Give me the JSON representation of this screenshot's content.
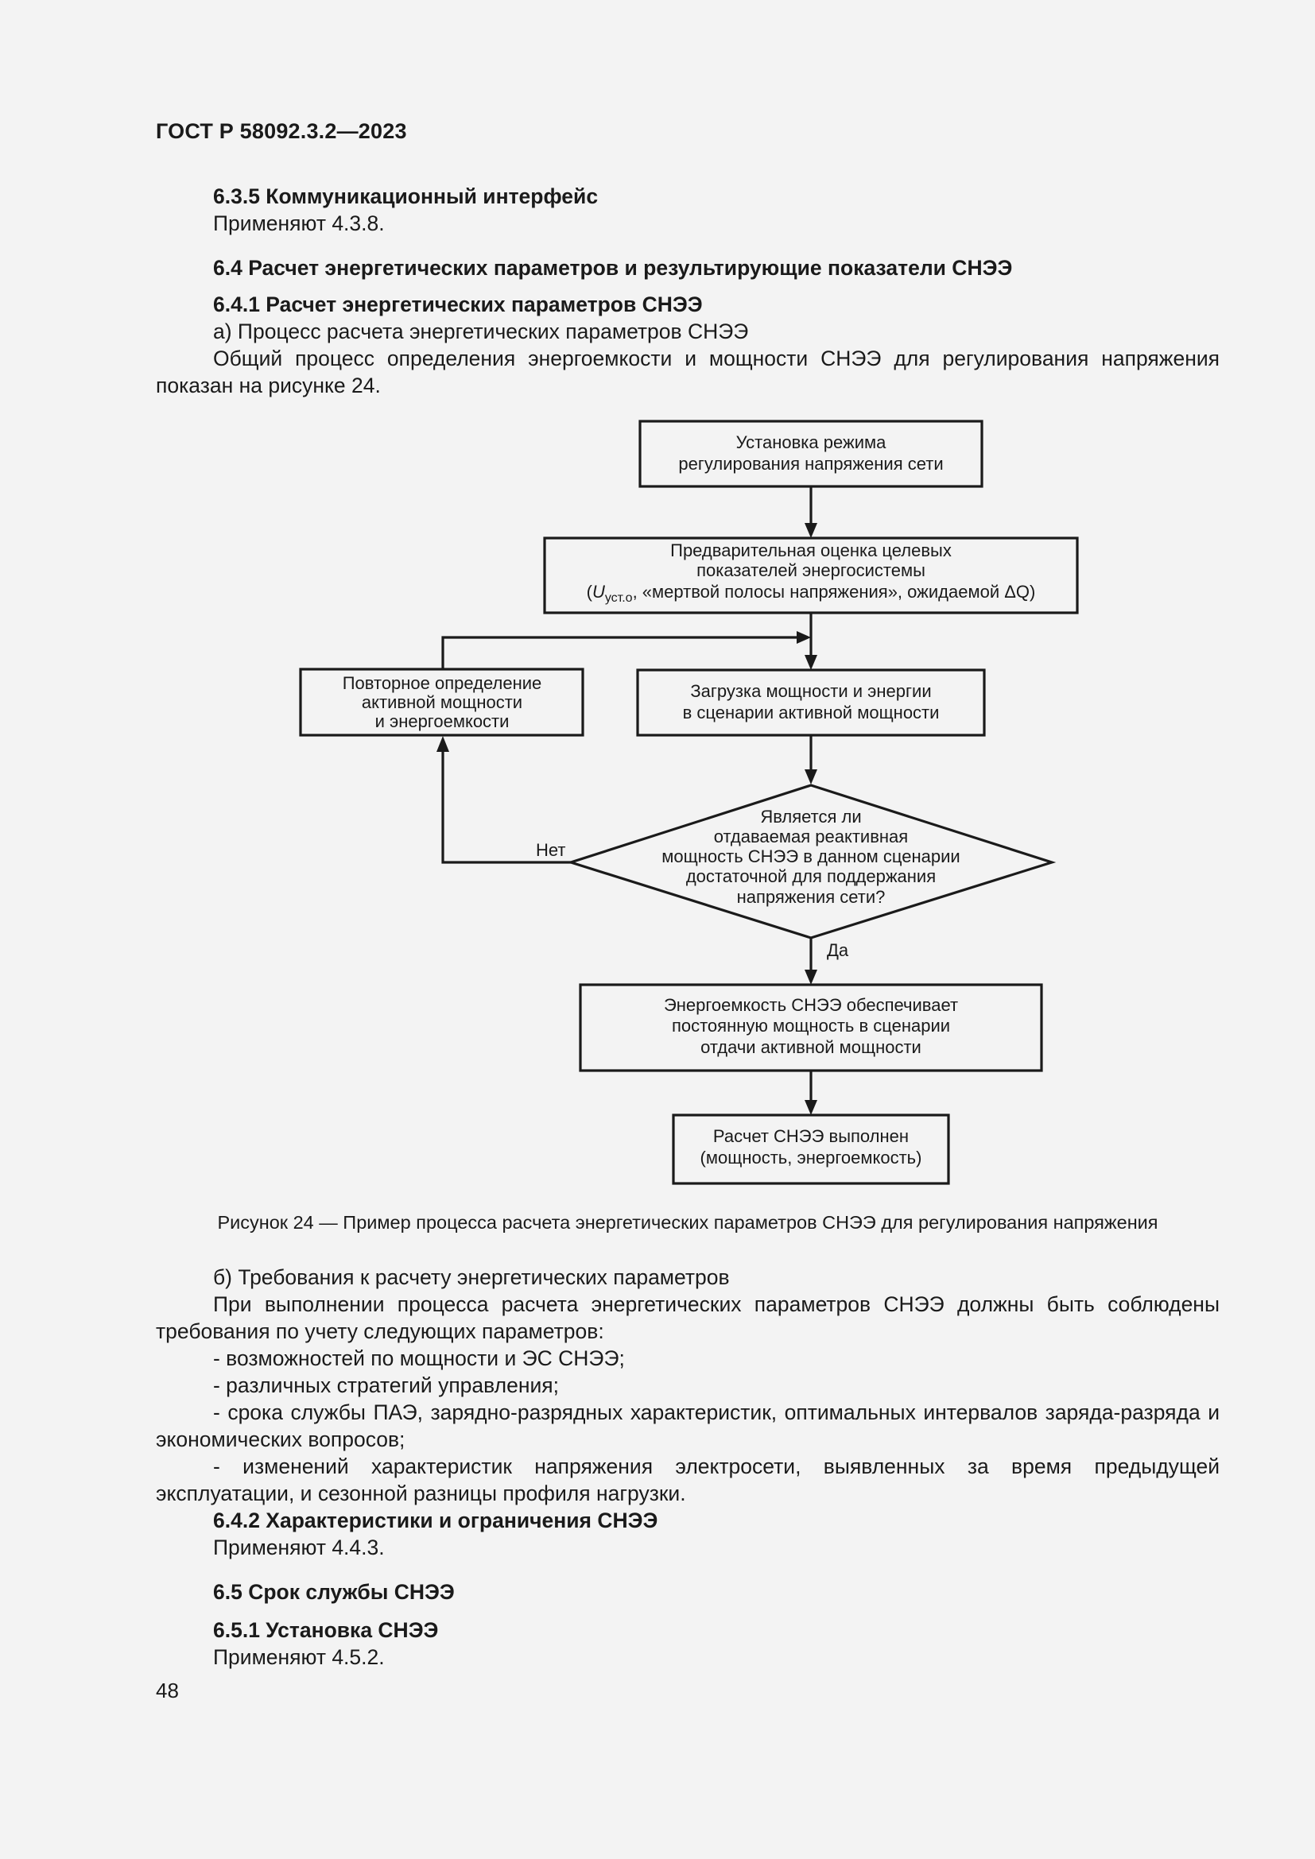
{
  "header": {
    "doc_id": "ГОСТ Р 58092.3.2—2023"
  },
  "sec_6_3_5": {
    "title": "6.3.5  Коммуникационный интерфейс",
    "text": "Применяют 4.3.8."
  },
  "sec_6_4": {
    "title": "6.4  Расчет энергетических параметров и результирующие показатели СНЭЭ"
  },
  "sec_6_4_1": {
    "title": "6.4.1  Расчет энергетических параметров СНЭЭ",
    "item_a": "а)  Процесс расчета энергетических параметров СНЭЭ",
    "para": "Общий процесс определения энергоемкости и мощности СНЭЭ для регулирования напряжения показан на рисунке 24."
  },
  "flowchart": {
    "box1": [
      "Установка режима",
      "регулирования напряжения сети"
    ],
    "box2": [
      "Предварительная оценка целевых",
      "показателей энергосистемы"
    ],
    "box2_line3_pre": "(",
    "box2_line3_u": "U",
    "box2_line3_sub": "уст.о",
    "box2_line3_post": ", «мертвой полосы напряжения», ожидаемой ΔQ)",
    "box3": [
      "Загрузка мощности и энергии",
      "в сценарии активной мощности"
    ],
    "box_left": [
      "Повторное определение",
      "активной мощности",
      "и энергоемкости"
    ],
    "diamond": [
      "Является ли",
      "отдаваемая реактивная",
      "мощность СНЭЭ в данном сценарии",
      "достаточной для поддержания",
      "напряжения сети?"
    ],
    "label_no": "Нет",
    "label_yes": "Да",
    "box4": [
      "Энергоемкость СНЭЭ обеспечивает",
      "постоянную мощность в сценарии",
      "отдачи активной мощности"
    ],
    "box5": [
      "Расчет СНЭЭ выполнен",
      "(мощность, энергоемкость)"
    ]
  },
  "figure_caption": "Рисунок 24 — Пример процесса расчета энергетических параметров СНЭЭ для регулирования напряжения",
  "item_b": {
    "title": "б)  Требования к расчету энергетических параметров",
    "para": "При выполнении процесса расчета энергетических параметров СНЭЭ должны быть соблюдены требования по учету следующих параметров:",
    "bullets": [
      "-  возможностей по мощности и ЭС СНЭЭ;",
      "-  различных стратегий управления;",
      "-  срока службы ПАЭ, зарядно-разрядных характеристик, оптимальных интервалов заряда-разряда и экономических вопросов;",
      "-  изменений характеристик напряжения электросети, выявленных за время предыдущей эксплуатации, и сезонной разницы профиля нагрузки."
    ]
  },
  "sec_6_4_2": {
    "title": "6.4.2  Характеристики и ограничения СНЭЭ",
    "text": "Применяют 4.4.3."
  },
  "sec_6_5": {
    "title": "6.5  Срок службы СНЭЭ"
  },
  "sec_6_5_1": {
    "title": "6.5.1  Установка СНЭЭ",
    "text": "Применяют 4.5.2."
  },
  "page_number": "48"
}
